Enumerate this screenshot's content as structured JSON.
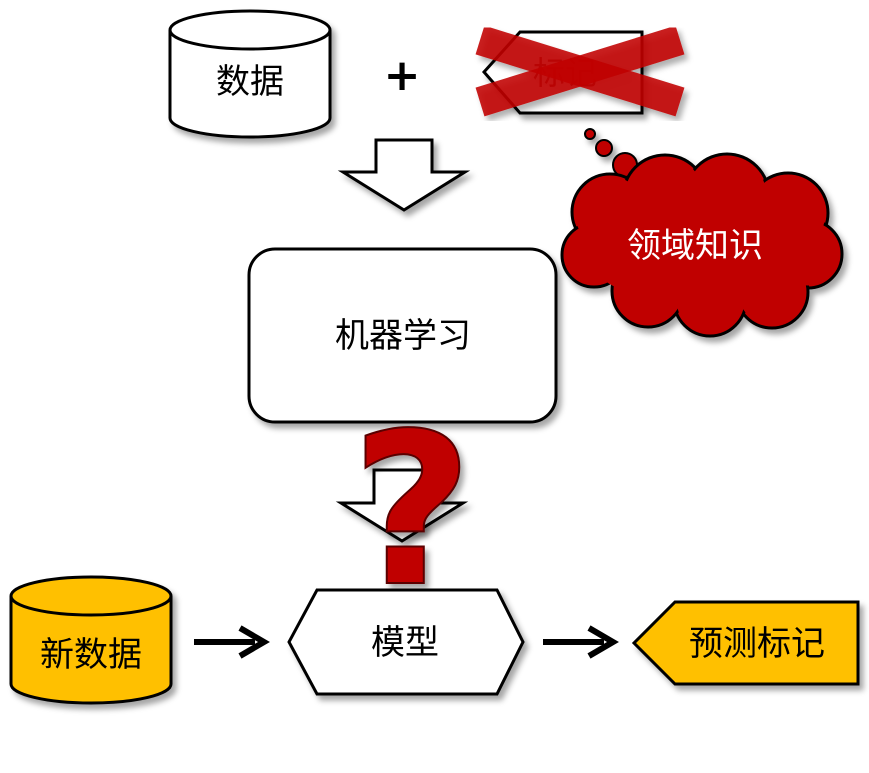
{
  "labels": {
    "data": "数据",
    "plus": "+",
    "labels_crossed": "标记",
    "domain_knowledge": "领域知识",
    "machine_learning": "机器学习",
    "question_mark": "?",
    "new_data": "新数据",
    "model": "模型",
    "predicted_labels": "预测标记"
  },
  "colors": {
    "cross_red": "#c00000",
    "cloud_red": "#c00000",
    "highlight_yellow": "#ffc000",
    "outline": "#000000",
    "fill_white": "#ffffff"
  }
}
